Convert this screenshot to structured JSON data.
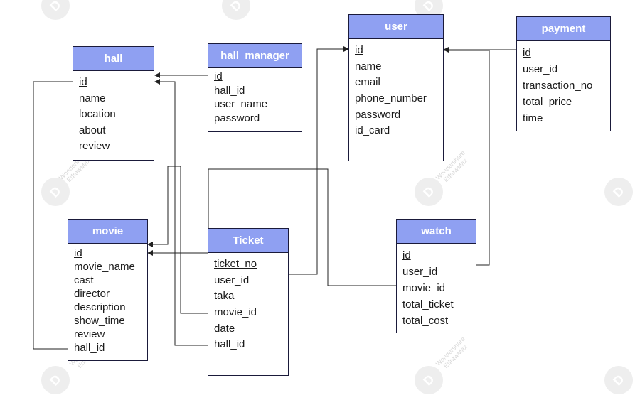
{
  "watermark": {
    "line1": "Wondershare",
    "line2": "EdrawMax",
    "glyph": "D"
  },
  "entities": {
    "hall": {
      "title": "hall",
      "fields": [
        "id",
        "name",
        "location",
        "about",
        "review"
      ]
    },
    "hall_manager": {
      "title": "hall_manager",
      "fields": [
        "id",
        "hall_id",
        "user_name",
        "password"
      ]
    },
    "user": {
      "title": "user",
      "fields": [
        "id",
        "name",
        "email",
        "phone_number",
        "password",
        "id_card"
      ]
    },
    "payment": {
      "title": "payment",
      "fields": [
        "id",
        "user_id",
        "transaction_no",
        "total_price",
        "time"
      ]
    },
    "movie": {
      "title": "movie",
      "fields": [
        "id",
        "movie_name",
        "cast",
        "director",
        "description",
        "show_time",
        "review",
        "hall_id"
      ]
    },
    "ticket": {
      "title": "Ticket",
      "fields": [
        "ticket_no",
        "user_id",
        "taka",
        "movie_id",
        "date",
        "hall_id"
      ]
    },
    "watch": {
      "title": "watch",
      "fields": [
        "id",
        "user_id",
        "movie_id",
        "total_ticket",
        "total_cost"
      ]
    }
  }
}
